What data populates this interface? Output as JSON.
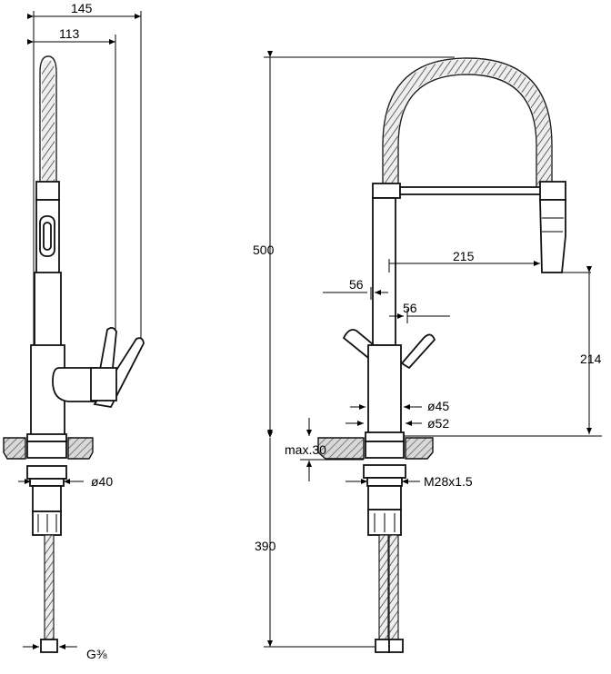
{
  "dimensions": {
    "width_total": "145",
    "width_spout": "113",
    "height_total": "500",
    "reach": "215",
    "handle_left": "56",
    "handle_right": "56",
    "height_outlet": "214",
    "dia_body": "ø45",
    "dia_base": "ø52",
    "max_thickness": "max.30",
    "thread": "M28x1.5",
    "shank_dia": "ø40",
    "hose_length": "390",
    "connector": "G⅜"
  }
}
